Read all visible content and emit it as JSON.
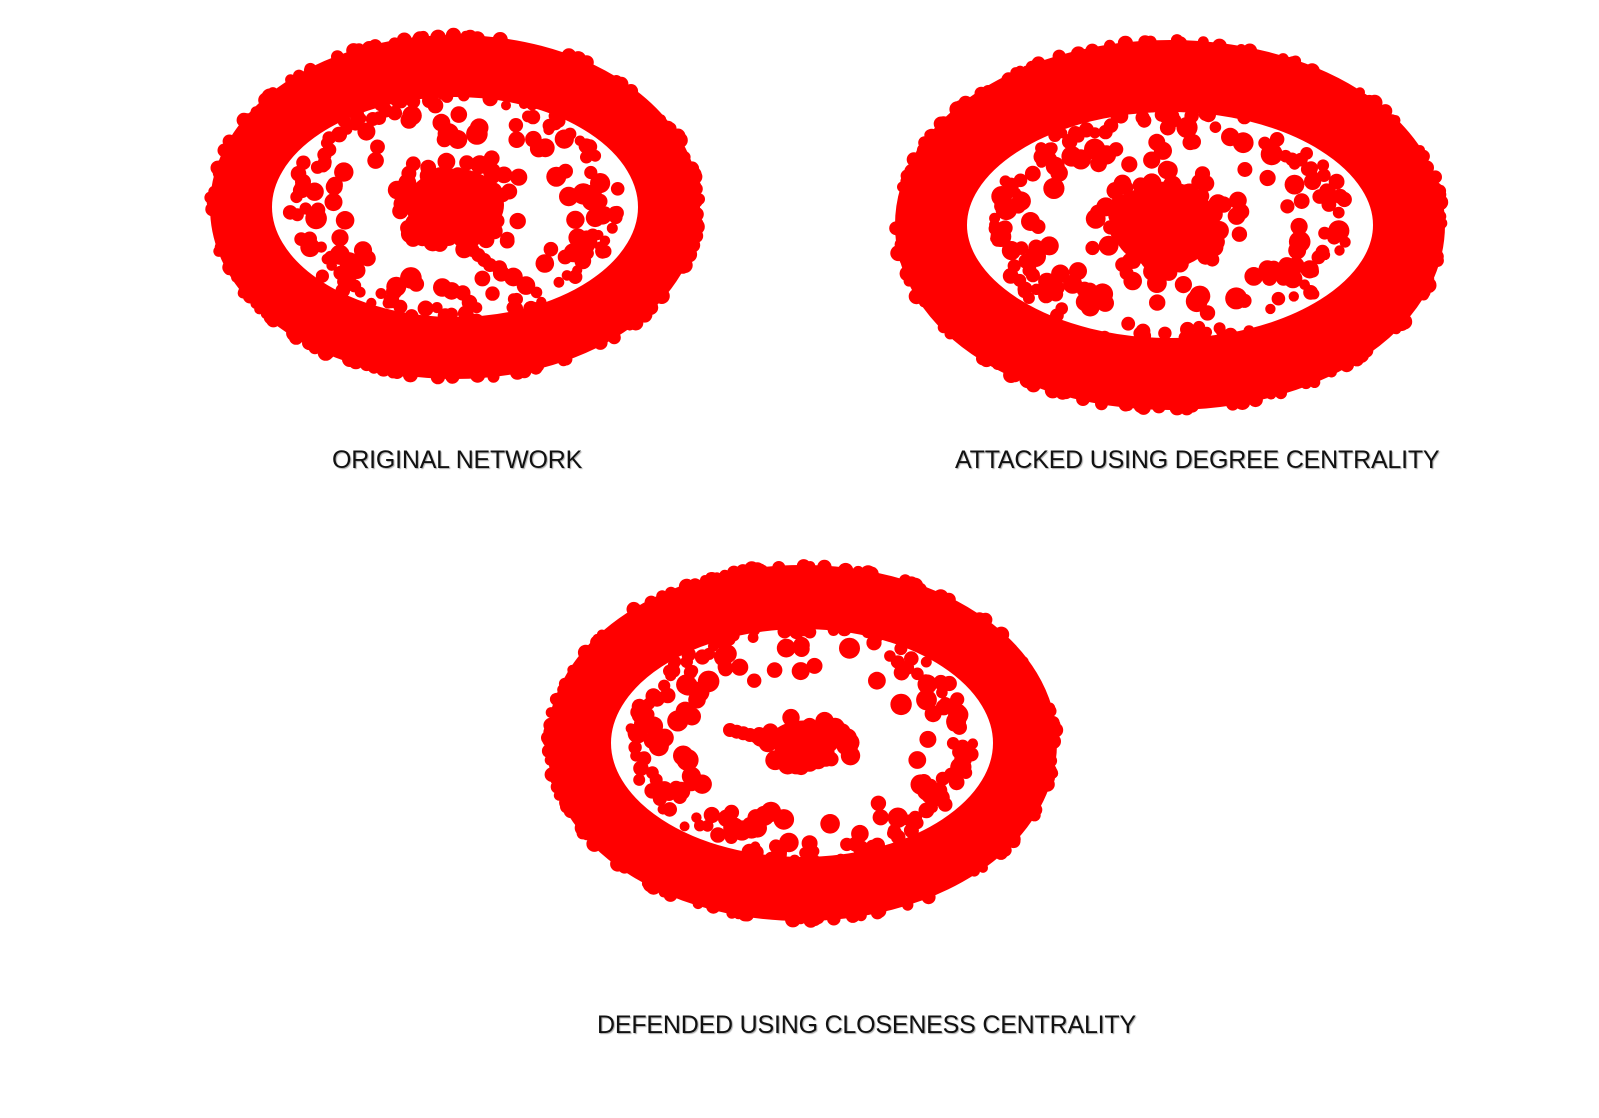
{
  "figure": {
    "node_color": "#ff0000",
    "background_color": "#ffffff",
    "panels": [
      {
        "key": "original",
        "caption": "ORIGINAL NETWORK"
      },
      {
        "key": "attacked",
        "caption": "ATTACKED USING DEGREE CENTRALITY"
      },
      {
        "key": "defended",
        "caption": "DEFENDED USING CLOSENESS CENTRALITY"
      }
    ]
  }
}
